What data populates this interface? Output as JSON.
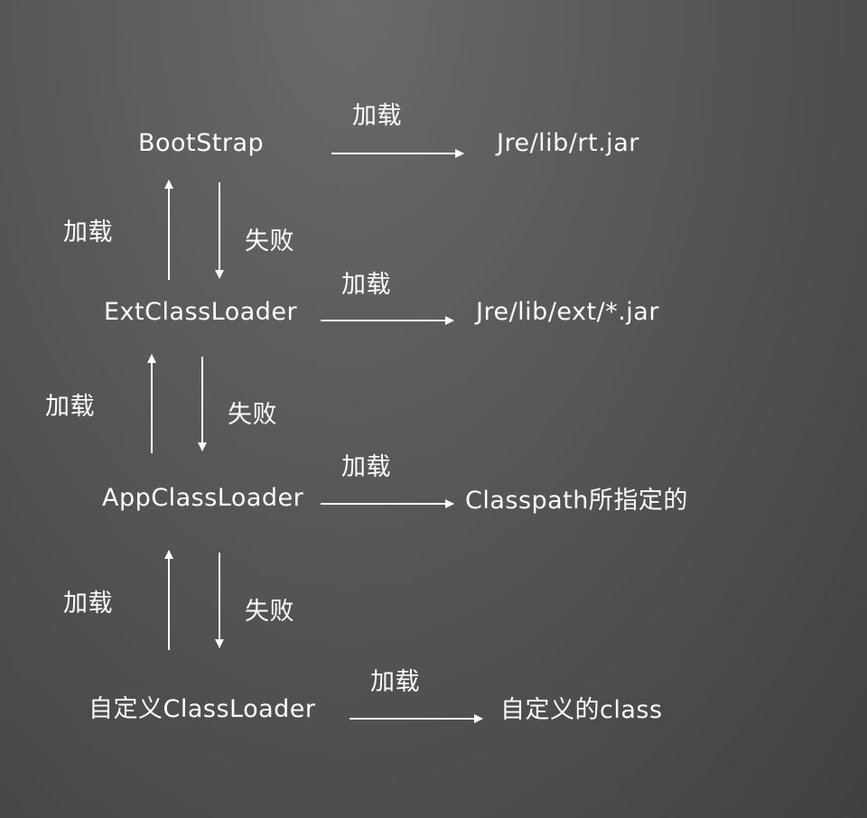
{
  "loaders": {
    "bootstrap": "BootStrap",
    "ext": "ExtClassLoader",
    "app": "AppClassLoader",
    "custom": "自定义ClassLoader"
  },
  "targets": {
    "bootstrap": "Jre/lib/rt.jar",
    "ext": "Jre/lib/ext/*.jar",
    "app": "Classpath所指定的",
    "custom": "自定义的class"
  },
  "edge_labels": {
    "load": "加载",
    "fail": "失败"
  }
}
